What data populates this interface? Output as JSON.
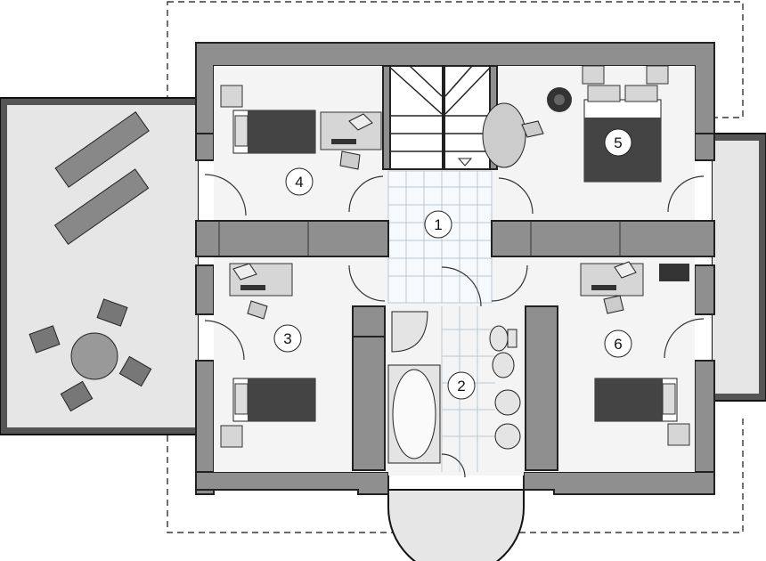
{
  "rooms": [
    {
      "id": "1",
      "label": "1"
    },
    {
      "id": "2",
      "label": "2"
    },
    {
      "id": "3",
      "label": "3"
    },
    {
      "id": "4",
      "label": "4"
    },
    {
      "id": "5",
      "label": "5"
    },
    {
      "id": "6",
      "label": "6"
    }
  ],
  "colors": {
    "wall": "#8f8f8f",
    "floor": "#f4f4f4",
    "terrace": "#e6e6e6",
    "tile_grid": "#b9c8d3",
    "furniture": "#d6d6d6",
    "dark": "#333333"
  }
}
